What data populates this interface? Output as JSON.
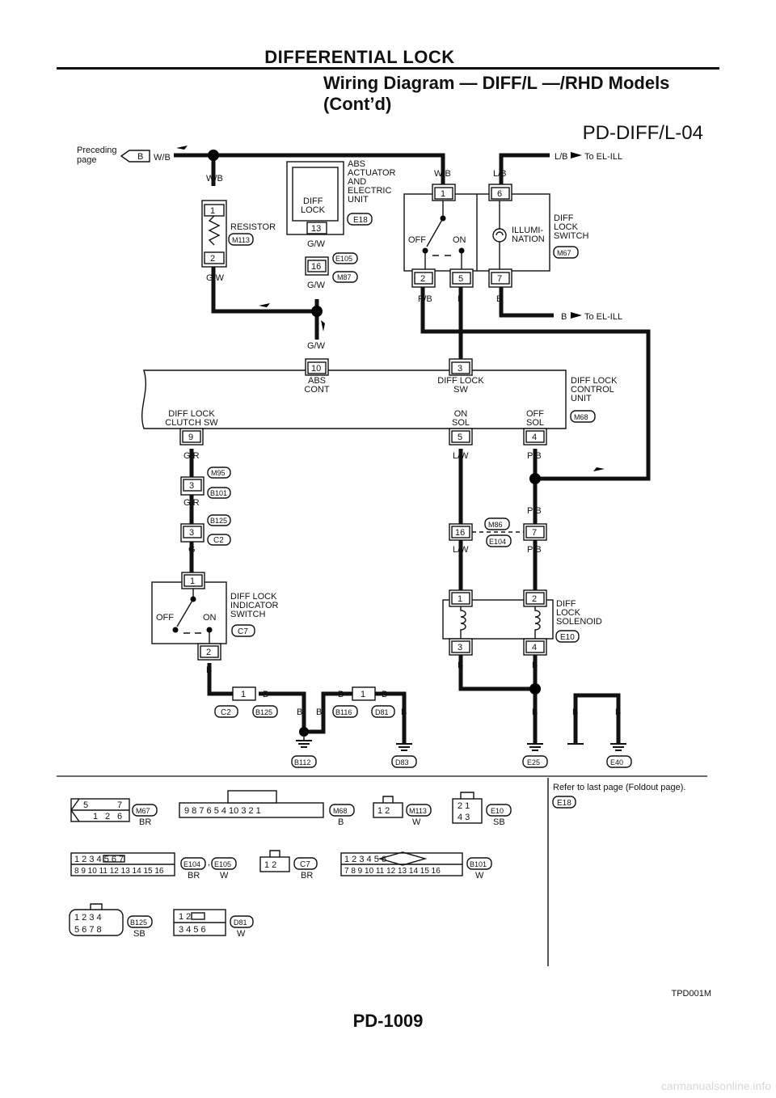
{
  "header": {
    "section": "DIFFERENTIAL LOCK",
    "title": "Wiring Diagram — DIFF/L —/RHD Models\n(Cont’d)"
  },
  "diagram": {
    "code": "PD-DIFF/L-04",
    "figure_id": "TPD001M",
    "page_number": "PD-1009",
    "preceding_page": "Preceding\npage",
    "to_el_ill": "To EL-ILL",
    "refer_note": "Refer to last page (Foldout page).",
    "components": {
      "resistor": "RESISTOR",
      "abs_unit": "ABS\nACTUATOR\nAND\nELECTRIC\nUNIT",
      "abs_inner": "DIFF\nLOCK",
      "diff_lock_switch": "DIFF\nLOCK\nSWITCH",
      "illumination": "ILLUMI-\nNATION",
      "control_unit": "DIFF LOCK\nCONTROL\nUNIT",
      "abs_cont": "ABS\nCONT",
      "diff_lock_sw": "DIFF LOCK\nSW",
      "clutch_sw": "DIFF LOCK\nCLUTCH SW",
      "on_sol": "ON\nSOL",
      "off_sol": "OFF\nSOL",
      "indicator_switch": "DIFF LOCK\nINDICATOR\nSWITCH",
      "solenoid": "DIFF\nLOCK\nSOLENOID",
      "off": "OFF",
      "on": "ON"
    },
    "wire_colors": [
      "W/B",
      "L/B",
      "G/W",
      "P/B",
      "L",
      "B",
      "G/R",
      "G",
      "L/W"
    ],
    "connector_ids": [
      "M113",
      "E18",
      "E105",
      "M87",
      "M67",
      "M68",
      "M95",
      "B101",
      "B125",
      "C2",
      "M86",
      "E104",
      "C7",
      "E10",
      "B116",
      "D81",
      "B112",
      "D83",
      "E25",
      "E40",
      "E10",
      "D81"
    ],
    "connector_legend": [
      {
        "id": "M67",
        "color": "BR"
      },
      {
        "id": "M68",
        "color": "B"
      },
      {
        "id": "M113",
        "color": "W"
      },
      {
        "id": "E10",
        "color": "SB"
      },
      {
        "id": "E104",
        "color": "BR"
      },
      {
        "id": "E105",
        "color": "W"
      },
      {
        "id": "C7",
        "color": "BR"
      },
      {
        "id": "B101",
        "color": "W"
      },
      {
        "id": "B125",
        "color": "SB"
      },
      {
        "id": "D81",
        "color": "W"
      },
      {
        "id": "E18",
        "color": ""
      }
    ]
  }
}
